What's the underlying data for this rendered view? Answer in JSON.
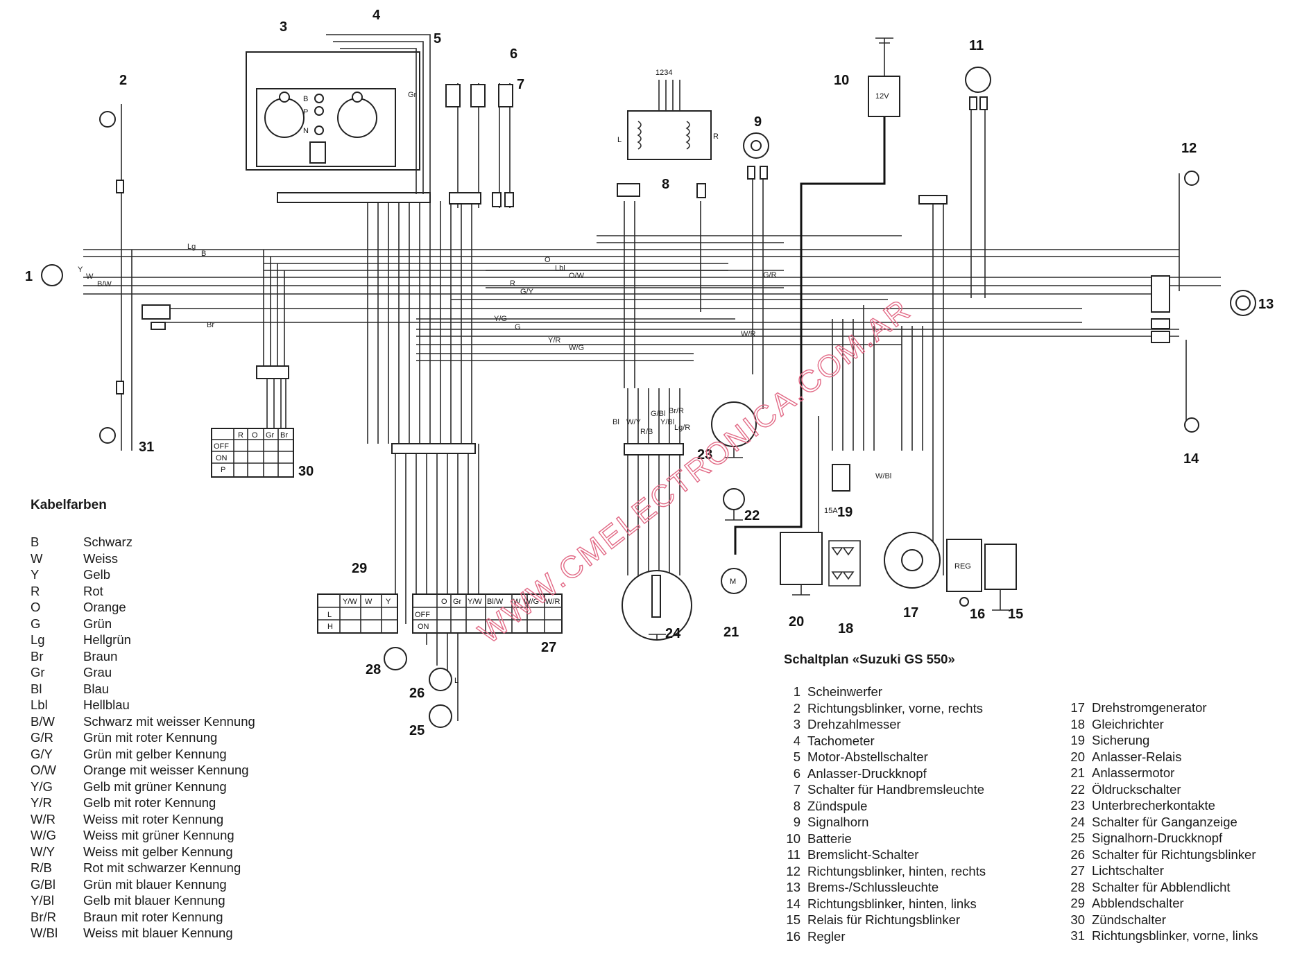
{
  "diagram": {
    "title": "Schaltplan «Suzuki GS 550»",
    "watermark": "WWW.CMELECTRONICA.COM.AR",
    "component_numbers": [
      "1",
      "2",
      "3",
      "4",
      "5",
      "6",
      "7",
      "8",
      "9",
      "10",
      "11",
      "12",
      "13",
      "14",
      "15",
      "16",
      "17",
      "18",
      "19",
      "20",
      "21",
      "22",
      "23",
      "24",
      "25",
      "26",
      "27",
      "28",
      "29",
      "30",
      "31"
    ],
    "component_labels": {
      "battery": "12V",
      "starter_motor": "M",
      "regulator": "REG",
      "fuse": "15A",
      "coil_terminals": "1234",
      "coil_L": "L",
      "coil_R": "R"
    },
    "wire_labels": {
      "w_y": "Y",
      "w_w": "W",
      "w_bw": "B/W",
      "w_lg": "Lg",
      "w_b": "B",
      "w_br": "Br",
      "w_o": "O",
      "w_lbl": "Lbl",
      "w_ow": "O/W",
      "w_r": "R",
      "w_gy": "G/Y",
      "w_yg": "Y/G",
      "w_g": "G",
      "w_yr": "Y/R",
      "w_wg": "W/G",
      "w_gr": "G/R",
      "w_wr": "W/R",
      "w_gr2": "Gr",
      "w_bl": "Bl",
      "w_wy": "W/Y",
      "w_rb": "R/B",
      "w_gbl": "G/Bl",
      "w_ybl": "Y/Bl",
      "w_brr": "Br/R",
      "w_lgr": "Lg/R",
      "w_wbl": "W/Bl"
    },
    "ignition_switch": {
      "columns": [
        "R",
        "O",
        "Gr",
        "Br"
      ],
      "rows": [
        "OFF",
        "ON",
        "P"
      ]
    },
    "dimmer_switch": {
      "columns": [
        "Y/W",
        "W",
        "Y"
      ],
      "rows": [
        "L",
        "H"
      ]
    },
    "light_switch": {
      "columns": [
        "O",
        "Gr",
        "Y/W",
        "Bl/W",
        "W",
        "W/G",
        "W/R"
      ],
      "rows": [
        "OFF",
        "ON"
      ]
    },
    "turn_switch_label": "L",
    "indicator_letters": [
      "B",
      "P",
      "N"
    ]
  },
  "legend": {
    "heading": "Kabelfarben",
    "items": [
      {
        "code": "B",
        "name": "Schwarz"
      },
      {
        "code": "W",
        "name": "Weiss"
      },
      {
        "code": "Y",
        "name": "Gelb"
      },
      {
        "code": "R",
        "name": "Rot"
      },
      {
        "code": "O",
        "name": "Orange"
      },
      {
        "code": "G",
        "name": "Grün"
      },
      {
        "code": "Lg",
        "name": "Hellgrün"
      },
      {
        "code": "Br",
        "name": "Braun"
      },
      {
        "code": "Gr",
        "name": "Grau"
      },
      {
        "code": "Bl",
        "name": "Blau"
      },
      {
        "code": "Lbl",
        "name": "Hellblau"
      },
      {
        "code": "B/W",
        "name": "Schwarz mit weisser Kennung"
      },
      {
        "code": "G/R",
        "name": "Grün mit roter Kennung"
      },
      {
        "code": "G/Y",
        "name": "Grün mit gelber Kennung"
      },
      {
        "code": "O/W",
        "name": "Orange mit weisser Kennung"
      },
      {
        "code": "Y/G",
        "name": "Gelb mit grüner Kennung"
      },
      {
        "code": "Y/R",
        "name": "Gelb mit roter Kennung"
      },
      {
        "code": "W/R",
        "name": "Weiss mit roter Kennung"
      },
      {
        "code": "W/G",
        "name": "Weiss mit grüner Kennung"
      },
      {
        "code": "W/Y",
        "name": "Weiss mit gelber Kennung"
      },
      {
        "code": "R/B",
        "name": "Rot mit schwarzer Kennung"
      },
      {
        "code": "G/Bl",
        "name": "Grün mit blauer Kennung"
      },
      {
        "code": "Y/Bl",
        "name": "Gelb mit blauer Kennung"
      },
      {
        "code": "Br/R",
        "name": "Braun mit roter Kennung"
      },
      {
        "code": "W/Bl",
        "name": "Weiss mit blauer Kennung"
      }
    ]
  },
  "parts": {
    "left": [
      {
        "n": "1",
        "name": "Scheinwerfer"
      },
      {
        "n": "2",
        "name": "Richtungsblinker, vorne, rechts"
      },
      {
        "n": "3",
        "name": "Drehzahlmesser"
      },
      {
        "n": "4",
        "name": "Tachometer"
      },
      {
        "n": "5",
        "name": "Motor-Abstellschalter"
      },
      {
        "n": "6",
        "name": "Anlasser-Druckknopf"
      },
      {
        "n": "7",
        "name": "Schalter für Handbremsleuchte"
      },
      {
        "n": "8",
        "name": "Zündspule"
      },
      {
        "n": "9",
        "name": "Signalhorn"
      },
      {
        "n": "10",
        "name": "Batterie"
      },
      {
        "n": "11",
        "name": "Bremslicht-Schalter"
      },
      {
        "n": "12",
        "name": "Richtungsblinker, hinten, rechts"
      },
      {
        "n": "13",
        "name": "Brems-/Schlussleuchte"
      },
      {
        "n": "14",
        "name": "Richtungsblinker, hinten, links"
      },
      {
        "n": "15",
        "name": "Relais für Richtungsblinker"
      },
      {
        "n": "16",
        "name": "Regler"
      }
    ],
    "right": [
      {
        "n": "17",
        "name": "Drehstromgenerator"
      },
      {
        "n": "18",
        "name": "Gleichrichter"
      },
      {
        "n": "19",
        "name": "Sicherung"
      },
      {
        "n": "20",
        "name": "Anlasser-Relais"
      },
      {
        "n": "21",
        "name": "Anlassermotor"
      },
      {
        "n": "22",
        "name": "Öldruckschalter"
      },
      {
        "n": "23",
        "name": "Unterbrecherkontakte"
      },
      {
        "n": "24",
        "name": "Schalter für Ganganzeige"
      },
      {
        "n": "25",
        "name": "Signalhorn-Druckknopf"
      },
      {
        "n": "26",
        "name": "Schalter für Richtungsblinker"
      },
      {
        "n": "27",
        "name": "Lichtschalter"
      },
      {
        "n": "28",
        "name": "Schalter für Abblendlicht"
      },
      {
        "n": "29",
        "name": "Abblendschalter"
      },
      {
        "n": "30",
        "name": "Zündschalter"
      },
      {
        "n": "31",
        "name": "Richtungsblinker, vorne, links"
      }
    ]
  }
}
